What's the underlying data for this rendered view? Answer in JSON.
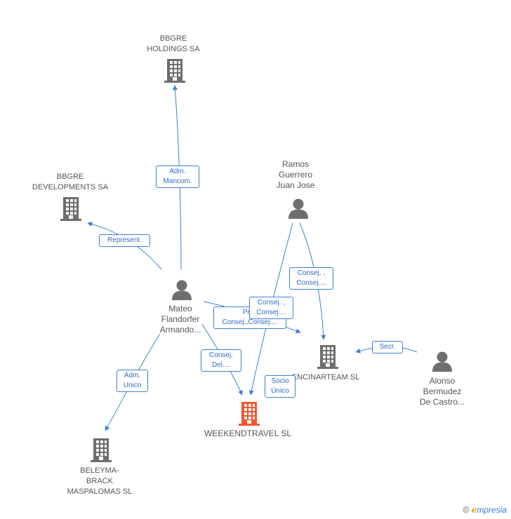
{
  "nodes": {
    "bbgre_holdings": {
      "label_1": "BBGRE",
      "label_2": "HOLDINGS SA"
    },
    "bbgre_developments": {
      "label_1": "BBGRE",
      "label_2": "DEVELOPMENTS SA"
    },
    "ramos": {
      "label_1": "Ramos",
      "label_2": "Guerrero",
      "label_3": "Juan Jose"
    },
    "mateo": {
      "label_1": "Mateo",
      "label_2": "Flandorfer",
      "label_3": "Armando..."
    },
    "encinarteam": {
      "label_1": "ENCINARTEAM SL"
    },
    "alonso": {
      "label_1": "Alonso",
      "label_2": "Bermudez",
      "label_3": "De Castro..."
    },
    "weekendtravel": {
      "label_1": "WEEKENDTRAVEL SL"
    },
    "beleyma": {
      "label_1": "BELEYMA-",
      "label_2": "BRACK",
      "label_3": "MASPALOMAS SL"
    }
  },
  "edges": {
    "adm_mancom": {
      "line_1": "Adm.",
      "line_2": "Mancom."
    },
    "represent": {
      "line_1": "Represent."
    },
    "consej_ramos_enc": {
      "line_1": "Consej. ,",
      "line_2": "Consej...."
    },
    "consej_ramos_wt": {
      "line_1": "Consej. ,",
      "line_2": "Consej...."
    },
    "pres_consej": {
      "line_1": "Pres",
      "line_2": "Consej.,Consej...."
    },
    "consej_del": {
      "line_1": "Consej.",
      "line_2": "Del...."
    },
    "socio_unico": {
      "line_1": "Socio",
      "line_2": "Único"
    },
    "secr": {
      "line_1": "Secr."
    },
    "adm_unico": {
      "line_1": "Adm.",
      "line_2": "Unico"
    }
  },
  "colors": {
    "node_gray": "#6e6e6e",
    "main_node": "#f0582a",
    "edge_blue": "#3d7fd6"
  },
  "footer": {
    "copyright": "©",
    "brand_e": "e",
    "brand_rest": "mpresia"
  }
}
